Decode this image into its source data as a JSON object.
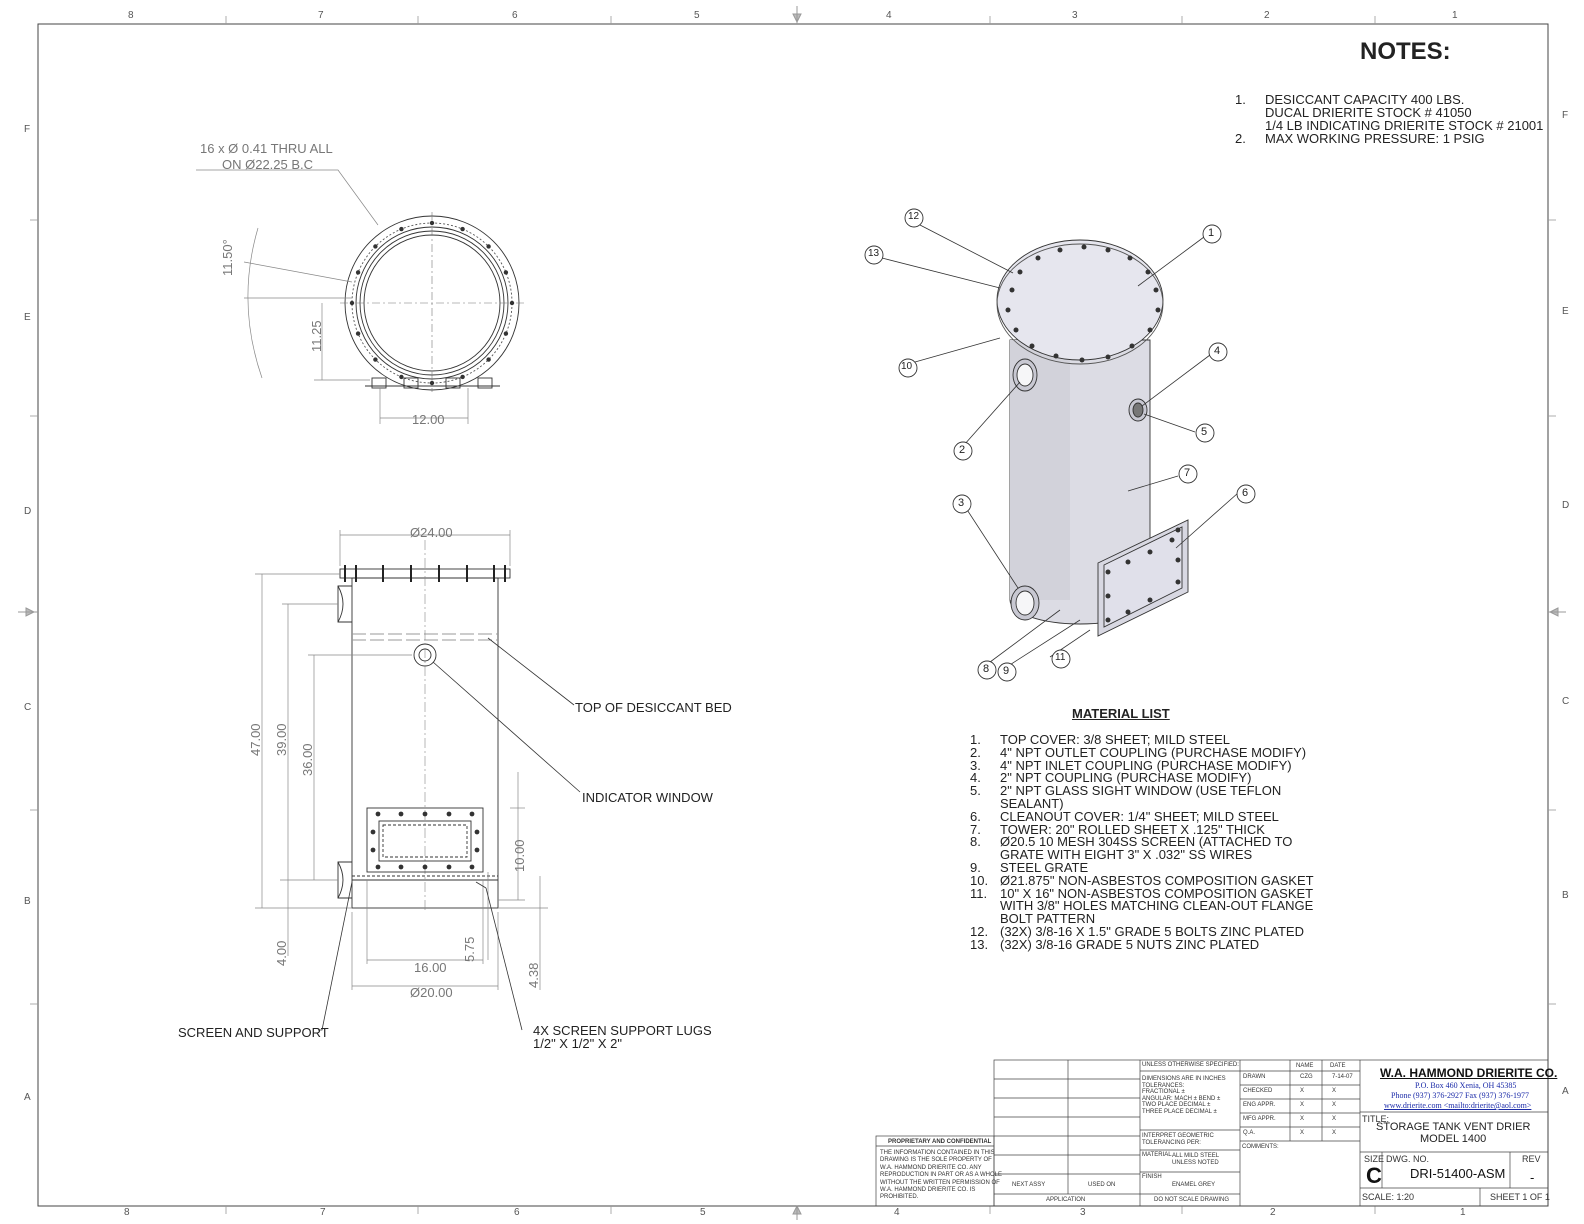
{
  "border_zones": {
    "top_cols": [
      "8",
      "7",
      "6",
      "5",
      "4",
      "3",
      "2",
      "1"
    ],
    "bottom_cols": [
      "8",
      "7",
      "6",
      "5",
      "4",
      "3",
      "2",
      "1"
    ],
    "rows": [
      "F",
      "E",
      "D",
      "C",
      "B",
      "A"
    ]
  },
  "notes": {
    "title": "NOTES:",
    "items": [
      {
        "num": "1.",
        "lines": [
          "DESICCANT CAPACITY 400 LBS.",
          "DUCAL DRIERITE STOCK # 41050",
          "1/4 LB INDICATING DRIERITE STOCK # 21001"
        ]
      },
      {
        "num": "2.",
        "lines": [
          "MAX WORKING PRESSURE: 1 PSIG"
        ]
      }
    ]
  },
  "top_view": {
    "hole_callout_line1": "16 x Ø 0.41 THRU ALL",
    "hole_callout_line2": "ON Ø22.25 B.C",
    "angle": "11.50°",
    "dim_vertical": "11.25",
    "dim_horizontal": "12.00"
  },
  "front_view": {
    "dia_top": "Ø24.00",
    "dim_47": "47.00",
    "dim_39": "39.00",
    "dim_36": "36.00",
    "dim_4": "4.00",
    "dim_10": "10.00",
    "dim_575": "5.75",
    "dim_438": "4.38",
    "dim_16": "16.00",
    "dia_bottom": "Ø20.00",
    "label_desiccant": "TOP OF DESICCANT BED",
    "label_indicator": "INDICATOR WINDOW",
    "label_screen": "SCREEN AND SUPPORT",
    "label_lugs_1": "4X SCREEN SUPPORT LUGS",
    "label_lugs_2": "1/2\" X 1/2\" X 2\""
  },
  "balloons": [
    "1",
    "2",
    "3",
    "4",
    "5",
    "6",
    "7",
    "8",
    "9",
    "10",
    "11",
    "12",
    "13"
  ],
  "material_list": {
    "title": "MATERIAL LIST",
    "items": [
      {
        "num": "1.",
        "lines": [
          "TOP COVER: 3/8 SHEET; MILD STEEL"
        ]
      },
      {
        "num": "2.",
        "lines": [
          "4\" NPT OUTLET COUPLING (PURCHASE MODIFY)"
        ]
      },
      {
        "num": "3.",
        "lines": [
          "4\" NPT INLET COUPLING  (PURCHASE MODIFY)"
        ]
      },
      {
        "num": "4.",
        "lines": [
          "2\" NPT COUPLING (PURCHASE MODIFY)"
        ]
      },
      {
        "num": "5.",
        "lines": [
          "2\" NPT GLASS SIGHT WINDOW (USE TEFLON",
          "SEALANT)"
        ]
      },
      {
        "num": "6.",
        "lines": [
          "CLEANOUT COVER: 1/4\" SHEET; MILD STEEL"
        ]
      },
      {
        "num": "7.",
        "lines": [
          "TOWER: 20\" ROLLED SHEET X .125\" THICK"
        ]
      },
      {
        "num": "8.",
        "lines": [
          "Ø20.5 10 MESH 304SS SCREEN (ATTACHED TO",
          "GRATE WITH EIGHT 3\" X .032\" SS WIRES"
        ]
      },
      {
        "num": "9.",
        "lines": [
          "STEEL GRATE"
        ]
      },
      {
        "num": "10.",
        "lines": [
          "Ø21.875\" NON-ASBESTOS COMPOSITION GASKET"
        ]
      },
      {
        "num": "11.",
        "lines": [
          "10\" X 16\" NON-ASBESTOS COMPOSITION GASKET",
          "WITH 3/8\" HOLES MATCHING CLEAN-OUT FLANGE",
          "BOLT PATTERN"
        ]
      },
      {
        "num": "12.",
        "lines": [
          "(32X) 3/8-16 X 1.5\" GRADE 5 BOLTS ZINC PLATED"
        ]
      },
      {
        "num": "13.",
        "lines": [
          "(32X) 3/8-16 GRADE 5 NUTS ZINC PLATED"
        ]
      }
    ]
  },
  "title_block": {
    "proprietary_title": "PROPRIETARY AND CONFIDENTIAL",
    "proprietary_text": [
      "THE INFORMATION CONTAINED IN THIS",
      "DRAWING IS THE SOLE PROPERTY OF",
      "W.A. HAMMOND DRIERITE CO.  ANY",
      "REPRODUCTION IN PART OR AS A WHOLE",
      "WITHOUT THE WRITTEN PERMISSION OF",
      "W.A. HAMMOND DRIERITE CO. IS",
      "PROHIBITED."
    ],
    "next_assy": "NEXT ASSY",
    "used_on": "USED ON",
    "application": "APPLICATION",
    "unless_specified": "UNLESS OTHERWISE SPECIFIED:",
    "tolerances": [
      "DIMENSIONS ARE IN INCHES",
      "TOLERANCES:",
      "FRACTIONAL ±",
      "ANGULAR: MACH ±    BEND ±",
      "TWO PLACE DECIMAL   ±",
      "THREE PLACE DECIMAL  ±"
    ],
    "interpret": [
      "INTERPRET GEOMETRIC",
      "TOLERANCING PER:"
    ],
    "material_label": "MATERIAL",
    "material_value": [
      "ALL MILD STEEL",
      "UNLESS NOTED"
    ],
    "finish_label": "FINISH",
    "finish_value": "ENAMEL GREY",
    "do_not_scale": "DO NOT SCALE DRAWING",
    "col_name": "NAME",
    "col_date": "DATE",
    "rows": [
      {
        "label": "DRAWN",
        "name": "CZG",
        "date": "7-14-07"
      },
      {
        "label": "CHECKED",
        "name": "X",
        "date": "X"
      },
      {
        "label": "ENG APPR.",
        "name": "X",
        "date": "X"
      },
      {
        "label": "MFG APPR.",
        "name": "X",
        "date": "X"
      },
      {
        "label": "Q.A.",
        "name": "X",
        "date": "X"
      }
    ],
    "comments": "COMMENTS:",
    "company": "W.A. HAMMOND DRIERITE CO.",
    "address": "P.O. Box 460 Xenia, OH 45385",
    "phone": "Phone (937) 376-2927 Fax (937) 376-1977",
    "web": "www.drierite.com <mailto:drierite@aol.com>",
    "title_label": "TITLE:",
    "title_line1": "STORAGE TANK VENT DRIER",
    "title_line2": "MODEL 1400",
    "size_label": "SIZE",
    "size": "C",
    "dwg_label": "DWG.  NO.",
    "dwg_no": "DRI-51400-ASM",
    "rev_label": "REV",
    "rev": "-",
    "scale": "SCALE: 1:20",
    "sheet": "SHEET 1 OF 1"
  },
  "colors": {
    "line": "#333333",
    "dim": "#888888",
    "tank_fill": "#e8e8ee",
    "company_blue": "#1a2aa8"
  }
}
